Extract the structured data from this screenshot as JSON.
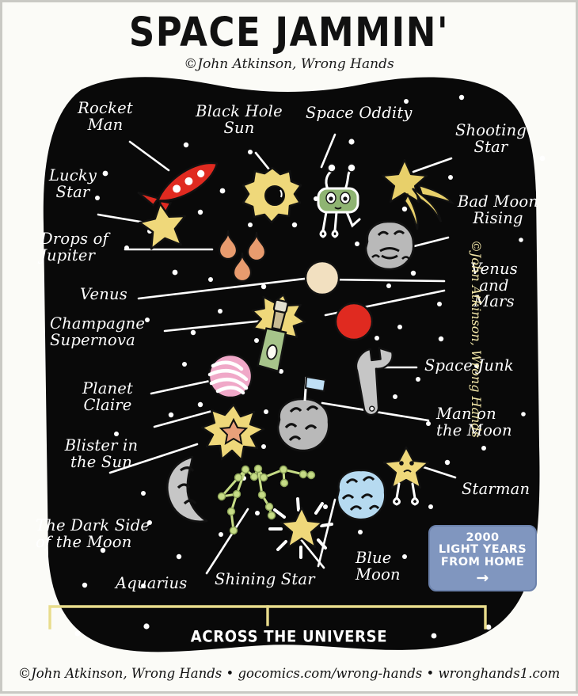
{
  "header": {
    "title": "SPACE JAMMIN'",
    "credit": "©John Atkinson, Wrong Hands"
  },
  "footer": {
    "credit_line": "©John Atkinson, Wrong Hands • gocomics.com/wrong-hands • wronghands1.com",
    "bracket_label": "ACROSS THE UNIVERSE"
  },
  "side_credit": "©John Atkinson, Wrong Hands",
  "sign": {
    "line1": "2000",
    "line2": "LIGHT YEARS",
    "line3": "FROM HOME",
    "arrow": "→",
    "fill": "#8096bf"
  },
  "labels": [
    {
      "id": "rocket-man",
      "text": "Rocket\nMan"
    },
    {
      "id": "black-hole-sun",
      "text": "Black Hole\nSun"
    },
    {
      "id": "space-oddity",
      "text": "Space Oddity"
    },
    {
      "id": "shooting-star",
      "text": "Shooting\nStar"
    },
    {
      "id": "lucky-star",
      "text": "Lucky\nStar"
    },
    {
      "id": "bad-moon-rising",
      "text": "Bad Moon\nRising"
    },
    {
      "id": "drops-of-jupiter",
      "text": "Drops of\nJupiter"
    },
    {
      "id": "venus",
      "text": "Venus"
    },
    {
      "id": "venus-and-mars",
      "text": "Venus\nand\nMars"
    },
    {
      "id": "champagne-supernova",
      "text": "Champagne\nSupernova"
    },
    {
      "id": "space-junk",
      "text": "Space Junk"
    },
    {
      "id": "planet-claire",
      "text": "Planet\nClaire"
    },
    {
      "id": "man-on-the-moon",
      "text": "Man on\nthe Moon"
    },
    {
      "id": "blister-in-the-sun",
      "text": "Blister in\nthe Sun"
    },
    {
      "id": "dark-side-of-the-moon",
      "text": "The Dark Side\nof the Moon"
    },
    {
      "id": "starman",
      "text": "Starman"
    },
    {
      "id": "aquarius",
      "text": "Aquarius"
    },
    {
      "id": "shining-star",
      "text": "Shining Star"
    },
    {
      "id": "blue-moon",
      "text": "Blue\nMoon"
    }
  ],
  "illustrations": [
    {
      "id": "rocket",
      "name": "red rocket ship",
      "color": "#e02a20"
    },
    {
      "id": "black-hole-sun",
      "name": "yellow spiky sun with black hole",
      "color": "#efd87a"
    },
    {
      "id": "alien",
      "name": "green alien robot",
      "color": "#8fb472"
    },
    {
      "id": "shooting-star",
      "name": "yellow shooting star with tail",
      "color": "#e8d06a"
    },
    {
      "id": "lucky-star",
      "name": "yellow five-point star",
      "color": "#efd87a"
    },
    {
      "id": "grey-moon",
      "name": "grey cratered moon",
      "color": "#b9b9b9"
    },
    {
      "id": "jupiter-drops",
      "name": "three orange droplets",
      "color": "#e89b6e"
    },
    {
      "id": "venus-planet",
      "name": "cream planet",
      "color": "#f2e0c0"
    },
    {
      "id": "mars-planet",
      "name": "red planet",
      "color": "#e02a20"
    },
    {
      "id": "champagne-bottle",
      "name": "green champagne bottle popping",
      "color": "#a6c48a"
    },
    {
      "id": "pink-planet",
      "name": "pink striped planet",
      "color": "#f0a8c8"
    },
    {
      "id": "wrench",
      "name": "grey wrench",
      "color": "#c6c6c6"
    },
    {
      "id": "flag-moon",
      "name": "grey moon with blue flag",
      "color": "#b9b9b9"
    },
    {
      "id": "sun-burst",
      "name": "yellow starburst with orange core",
      "color": "#efd87a"
    },
    {
      "id": "crescent-moon",
      "name": "grey crescent moon",
      "color": "#c6c6c6"
    },
    {
      "id": "constellation",
      "name": "green constellation",
      "color": "#c6dc86"
    },
    {
      "id": "shining-star",
      "name": "yellow star with rays",
      "color": "#efd87a"
    },
    {
      "id": "blue-moon-planet",
      "name": "blue cratered moon",
      "color": "#b6daf0"
    },
    {
      "id": "starman-figure",
      "name": "yellow star with face and legs",
      "color": "#efd87a"
    }
  ],
  "palette": {
    "space": "#090909",
    "page": "#fbfbf7",
    "bracket": "#e8dc8c",
    "ink": "#111111"
  }
}
